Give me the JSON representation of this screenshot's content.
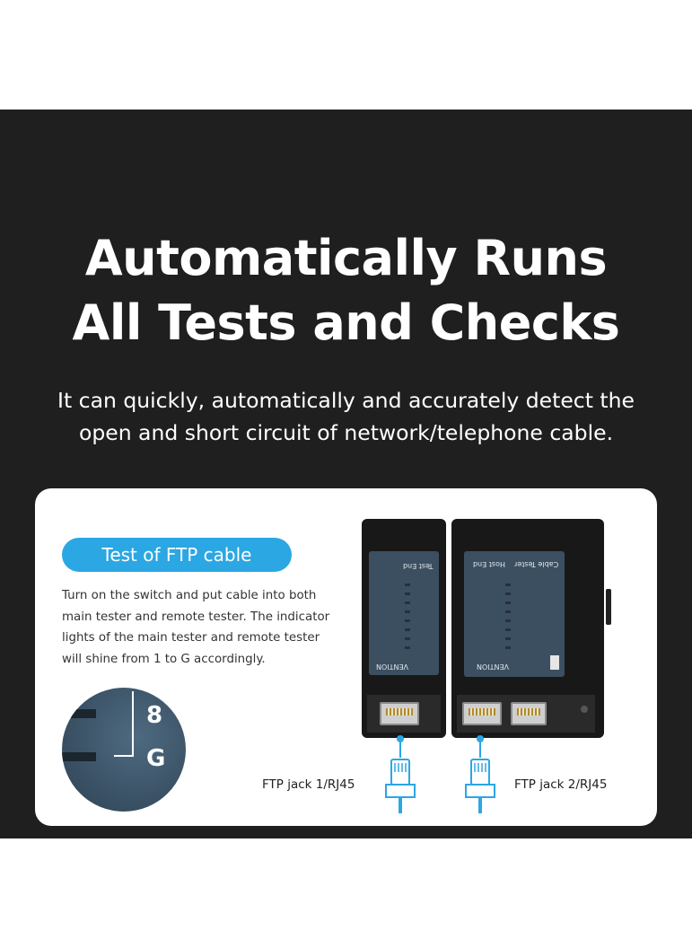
{
  "headline": {
    "line1": "Automatically Runs",
    "line2": "All Tests and Checks"
  },
  "subtitle": {
    "line1": "It can quickly, automatically and accurately detect the",
    "line2": "open and short circuit of network/telephone cable."
  },
  "card": {
    "pill_label": "Test of FTP cable",
    "description": [
      "Turn on the switch and put cable into both",
      "main tester and remote tester. The indicator",
      "lights of the main tester and remote tester",
      "will shine from 1 to G accordingly."
    ],
    "zoom": {
      "digit": "8",
      "letter": "G"
    },
    "device": {
      "remote_label": "VENTION",
      "main_label": "VENTION",
      "main_model": "Cable Tester",
      "remote_panel_text": "Test End",
      "main_panel_text": "Host End"
    },
    "jack1_label": "FTP jack 1/RJ45",
    "jack2_label": "FTP jack 2/RJ45"
  },
  "colors": {
    "accent": "#2ba7e3",
    "dark_background": "#1f1f1f",
    "card_background": "#ffffff"
  },
  "icons": [
    "rj45-plug-icon",
    "rj45-port-icon"
  ]
}
